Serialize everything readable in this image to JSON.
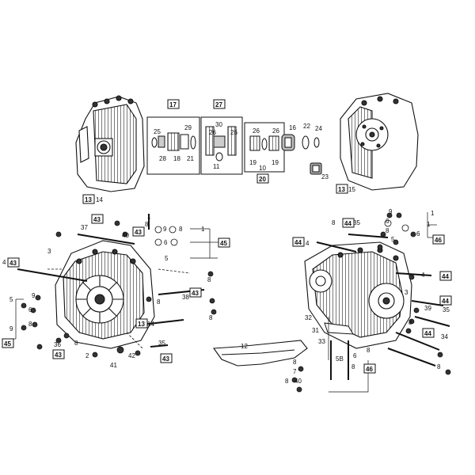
{
  "callouts": {
    "c1": "1",
    "c2": "2",
    "c3": "3",
    "c4": "4",
    "c5": "5",
    "c5b": "5B",
    "c6": "6",
    "c7": "7",
    "c8": "8",
    "c9": "9",
    "c10": "10",
    "c11": "11",
    "c12": "12",
    "c13": "13",
    "c14": "14",
    "c15": "15",
    "c16": "16",
    "c17": "17",
    "c18": "18",
    "c19": "19",
    "c20": "20",
    "c21": "21",
    "c22": "22",
    "c23": "23",
    "c24": "24",
    "c25": "25",
    "c26": "26",
    "c27": "27",
    "c28": "28",
    "c29": "29",
    "c30": "30",
    "c31": "31",
    "c32": "32",
    "c33": "33",
    "c34": "34",
    "c35": "35",
    "c36": "36",
    "c37": "37",
    "c38": "38",
    "c39": "39",
    "c40": "40",
    "c41": "41",
    "c42": "42",
    "c43": "43",
    "c44": "44",
    "c45": "45",
    "c46": "46"
  }
}
